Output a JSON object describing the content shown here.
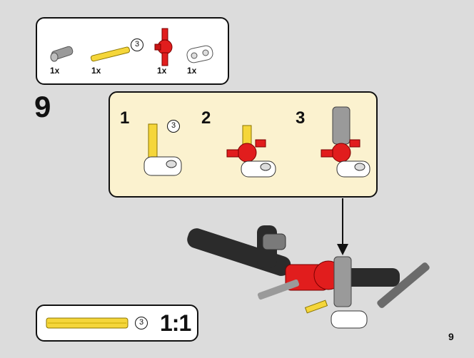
{
  "parts_list": {
    "items": [
      {
        "name": "gray axle connector",
        "qty": "1x"
      },
      {
        "name": "yellow axle",
        "qty": "1x",
        "length": "3"
      },
      {
        "name": "red axle pin connector",
        "qty": "1x"
      },
      {
        "name": "white beam",
        "qty": "1x"
      }
    ]
  },
  "step": {
    "number": "9"
  },
  "substeps": [
    {
      "number": "1",
      "axle_length": "3"
    },
    {
      "number": "2"
    },
    {
      "number": "3"
    }
  ],
  "scale_reference": {
    "length": "3",
    "ratio": "1:1"
  },
  "page": {
    "number": "9"
  },
  "colors": {
    "yellow": "#f5d63a",
    "red": "#e11d1d",
    "gray": "#9a9a9a",
    "dark": "#2b2b2b",
    "panel_bg": "#fbf2cf",
    "page_bg": "#dcdcdc"
  }
}
